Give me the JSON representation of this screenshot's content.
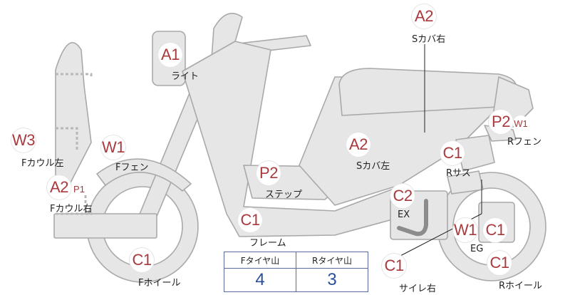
{
  "badges": [
    {
      "id": "a2-scover-right",
      "code": "A2",
      "sub": "",
      "label": "Sカバ右"
    },
    {
      "id": "a1-light",
      "code": "A1",
      "sub": "",
      "label": "ライト"
    },
    {
      "id": "w3-fcowl-left",
      "code": "W3",
      "sub": "",
      "label": "Fカウル左"
    },
    {
      "id": "w1-ffender",
      "code": "W1",
      "sub": "",
      "label": "Fフェン"
    },
    {
      "id": "a2-fcowl-right",
      "code": "A2",
      "sub": "P1",
      "label": "Fカウル右"
    },
    {
      "id": "p2-step",
      "code": "P2",
      "sub": "",
      "label": "ステップ"
    },
    {
      "id": "a2-scover-left",
      "code": "A2",
      "sub": "",
      "label": "Sカバ左"
    },
    {
      "id": "p2-rfender",
      "code": "P2",
      "sub": "W1",
      "label": "Rフェン"
    },
    {
      "id": "c1-rsus",
      "code": "C1",
      "sub": "",
      "label": "Rサス"
    },
    {
      "id": "c2-ex",
      "code": "C2",
      "sub": "",
      "label": "EX"
    },
    {
      "id": "c1-frame",
      "code": "C1",
      "sub": "",
      "label": "フレーム"
    },
    {
      "id": "w1-eg",
      "code": "W1",
      "sub": "",
      "label": ""
    },
    {
      "id": "c1-eg",
      "code": "C1",
      "sub": "",
      "label": "EG"
    },
    {
      "id": "c1-fwheel",
      "code": "C1",
      "sub": "",
      "label": "Fホイール"
    },
    {
      "id": "c1-muffler-right",
      "code": "C1",
      "sub": "",
      "label": "サイレ右"
    },
    {
      "id": "c1-rwheel",
      "code": "C1",
      "sub": "",
      "label": "Rホイール"
    }
  ],
  "tread_table": {
    "front_header": "Fタイヤ山",
    "rear_header": "Rタイヤ山",
    "front_value": "4",
    "rear_value": "3"
  },
  "colors": {
    "part_fill": "#e6e6e6",
    "part_stroke": "#a9a9a9",
    "code_red": "#a83a3e",
    "value_blue": "#2b4f9a"
  }
}
